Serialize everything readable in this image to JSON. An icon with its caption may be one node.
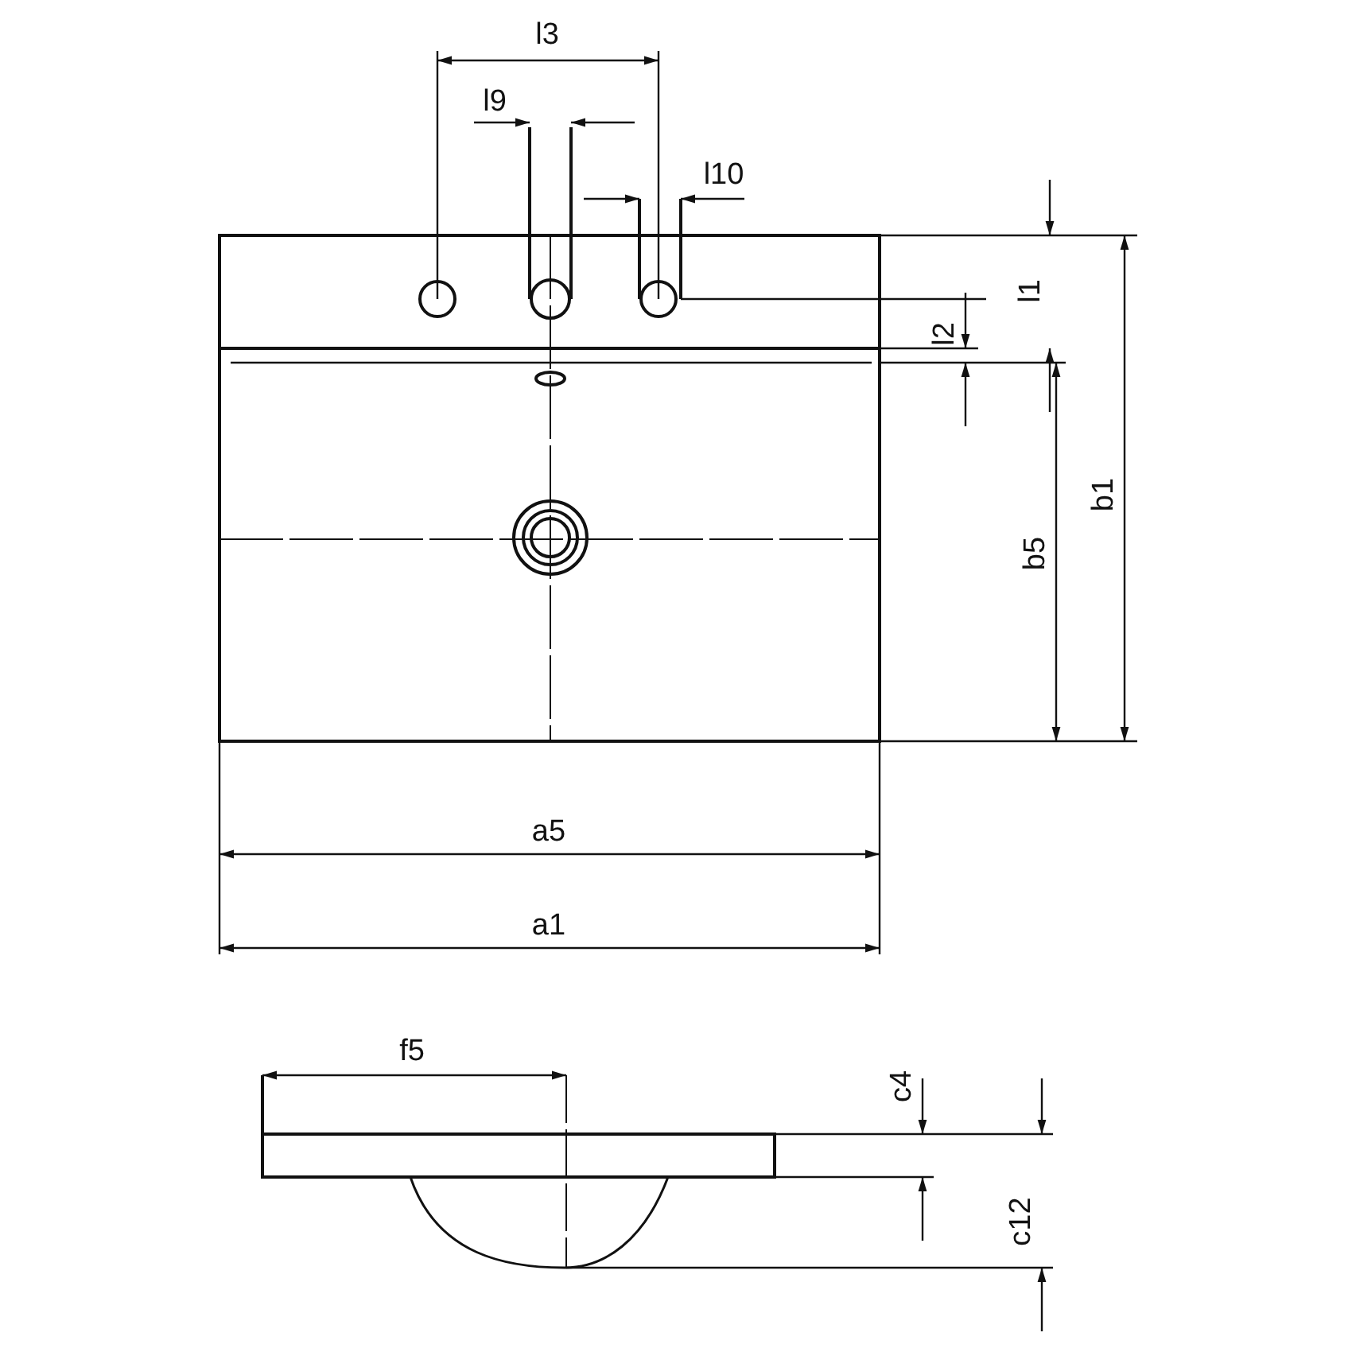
{
  "diagram": {
    "labels": [
      "l3",
      "l9",
      "l10",
      "l1",
      "l2",
      "b5",
      "b1",
      "a5",
      "a1",
      "f5",
      "c4",
      "c12"
    ]
  }
}
